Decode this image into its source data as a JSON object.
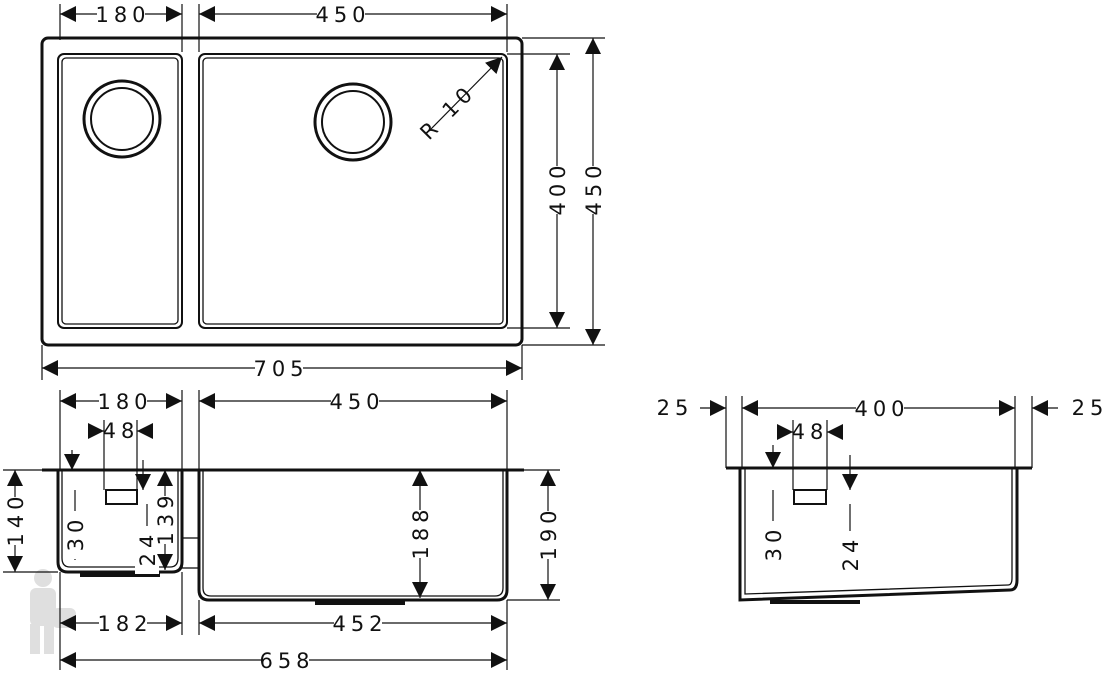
{
  "drawing": {
    "title": "Double bowl undermount sink dimensions",
    "top_view": {
      "left_bowl_width": "180",
      "right_bowl_width": "450",
      "corner_radius": "R 10",
      "inner_depth": "400",
      "outer_depth": "450",
      "overall_width": "705"
    },
    "front_section": {
      "left_bowl_width": "180",
      "right_bowl_width": "450",
      "overflow_width": "48",
      "left_bowl_height": "140",
      "overflow_offset": "30",
      "overflow_height": "24",
      "left_inner_height": "139",
      "right_inner_height": "188",
      "right_bowl_height": "190",
      "left_bottom_width": "182",
      "right_bottom_width": "452",
      "bottom_overall_width": "658"
    },
    "side_section": {
      "left_flange": "25",
      "bowl_depth": "400",
      "right_flange": "25",
      "overflow_width": "48",
      "overflow_offset": "30",
      "overflow_height": "24"
    }
  }
}
